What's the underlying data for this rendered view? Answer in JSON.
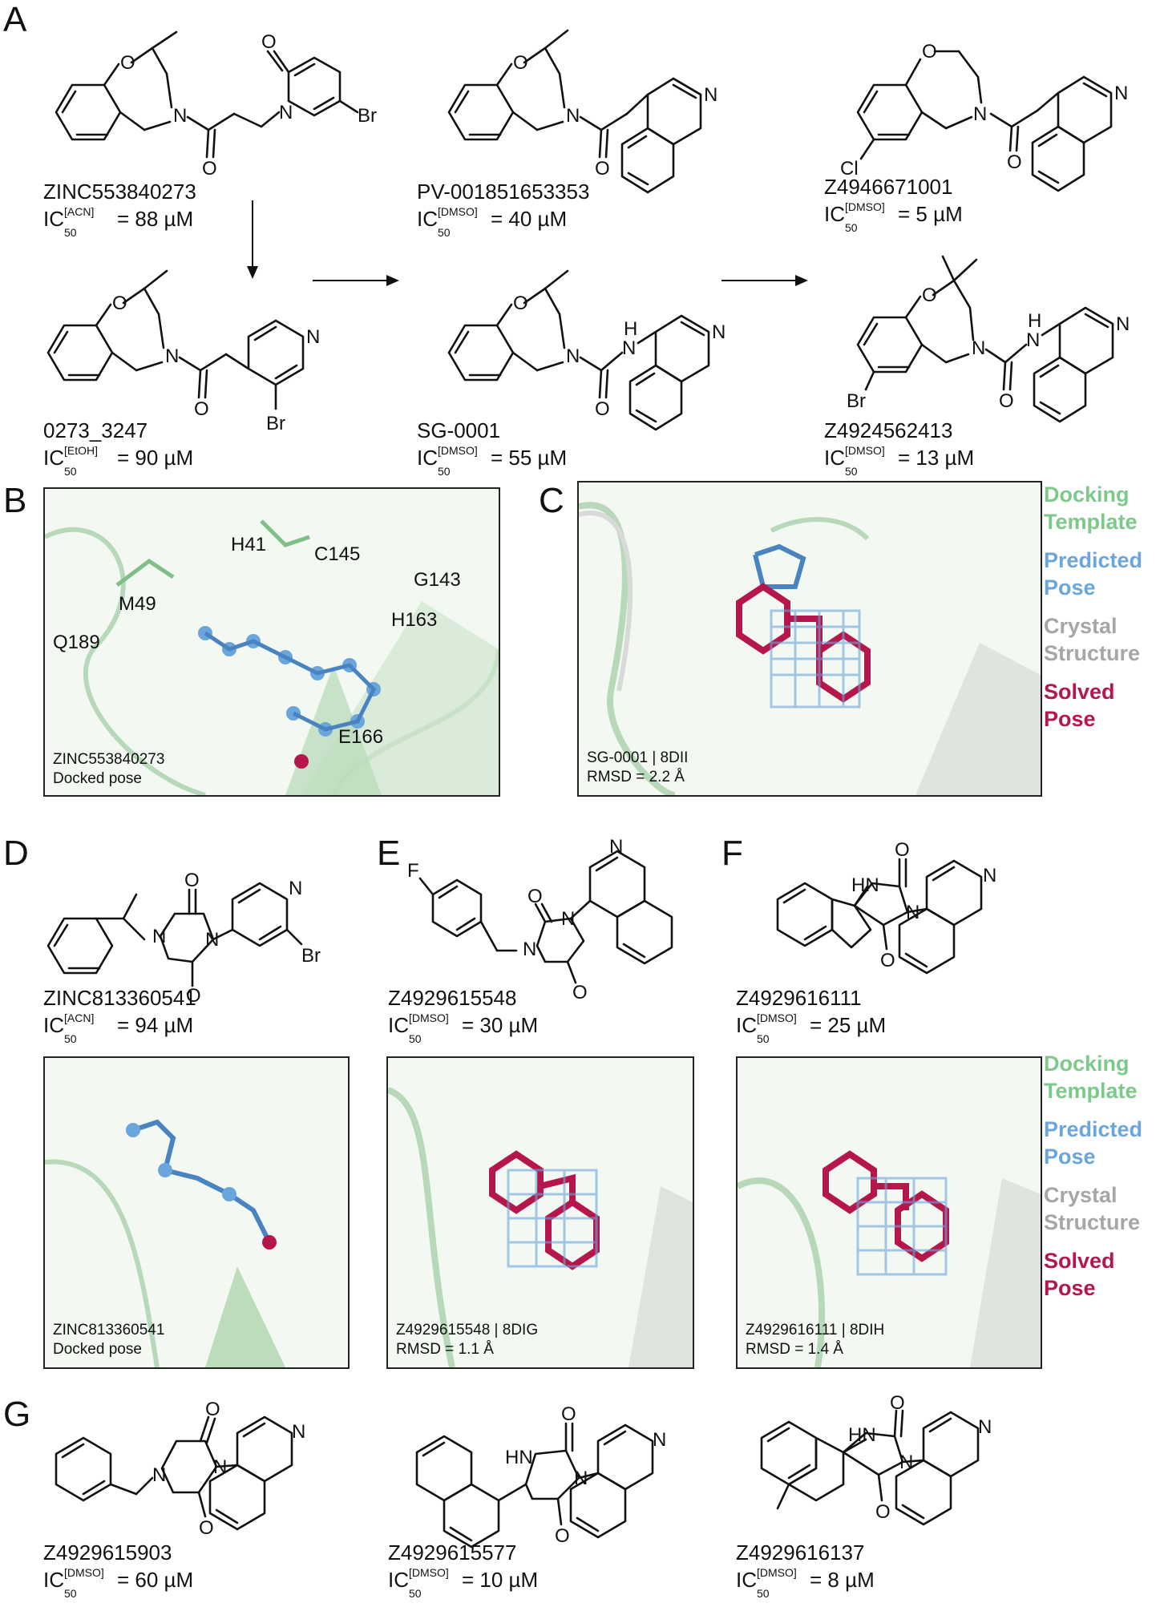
{
  "panels": {
    "A": "A",
    "B": "B",
    "C": "C",
    "D": "D",
    "E": "E",
    "F": "F",
    "G": "G"
  },
  "panelA": {
    "compounds": [
      {
        "id": "ZINC553840273",
        "ic_base": "IC",
        "ic_sub": "50",
        "ic_tag": "[ACN]",
        "ic_value": "= 88 µM"
      },
      {
        "id": "PV-001851653353",
        "ic_base": "IC",
        "ic_sub": "50",
        "ic_tag": "[DMSO]",
        "ic_value": "= 40 µM"
      },
      {
        "id": "Z4946671001",
        "ic_base": "IC",
        "ic_sub": "50",
        "ic_tag": "[DMSO]",
        "ic_value": "= 5 µM"
      },
      {
        "id": "0273_3247",
        "ic_base": "IC",
        "ic_sub": "50",
        "ic_tag": "[EtOH]",
        "ic_value": "= 90 µM"
      },
      {
        "id": "SG-0001",
        "ic_base": "IC",
        "ic_sub": "50",
        "ic_tag": "[DMSO]",
        "ic_value": "= 55 µM"
      },
      {
        "id": "Z4924562413",
        "ic_base": "IC",
        "ic_sub": "50",
        "ic_tag": "[DMSO]",
        "ic_value": "= 13 µM"
      }
    ],
    "atoms": {
      "O": "O",
      "N": "N",
      "Br": "Br",
      "Cl": "Cl",
      "H": "H"
    }
  },
  "panelB": {
    "residues": [
      "M49",
      "H41",
      "C145",
      "G143",
      "Q189",
      "H163",
      "E166"
    ],
    "caption_line1": "ZINC553840273",
    "caption_line2": "Docked pose"
  },
  "panelC": {
    "caption_line1": "SG-0001 | 8DII",
    "caption_line2": "RMSD = 2.2 Å"
  },
  "legend": {
    "docking_template": [
      "Docking",
      "Template"
    ],
    "predicted_pose": [
      "Predicted",
      "Pose"
    ],
    "crystal_structure": [
      "Crystal",
      "Structure"
    ],
    "solved_pose": [
      "Solved",
      "Pose"
    ],
    "colors": {
      "docking": "#7cc98a",
      "predicted": "#6aa6dc",
      "crystal": "#a6a6a6",
      "solved": "#b5174d"
    }
  },
  "panelD": {
    "id": "ZINC813360541",
    "ic_base": "IC",
    "ic_sub": "50",
    "ic_tag": "[ACN]",
    "ic_value": "= 94 µM",
    "caption_line1": "ZINC813360541",
    "caption_line2": "Docked pose"
  },
  "panelE": {
    "id": "Z4929615548",
    "ic_base": "IC",
    "ic_sub": "50",
    "ic_tag": "[DMSO]",
    "ic_value": "= 30 µM",
    "caption_line1": "Z4929615548 | 8DIG",
    "caption_line2": "RMSD = 1.1 Å",
    "F": "F"
  },
  "panelF": {
    "id": "Z4929616111",
    "ic_base": "IC",
    "ic_sub": "50",
    "ic_tag": "[DMSO]",
    "ic_value": "= 25 µM",
    "caption_line1": "Z4929616111 | 8DIH",
    "caption_line2": "RMSD = 1.4 Å",
    "HN": "HN"
  },
  "panelG": {
    "compounds": [
      {
        "id": "Z4929615903",
        "ic_base": "IC",
        "ic_sub": "50",
        "ic_tag": "[DMSO]",
        "ic_value": "= 60 µM"
      },
      {
        "id": "Z4929615577",
        "ic_base": "IC",
        "ic_sub": "50",
        "ic_tag": "[DMSO]",
        "ic_value": "= 10 µM"
      },
      {
        "id": "Z4929616137",
        "ic_base": "IC",
        "ic_sub": "50",
        "ic_tag": "[DMSO]",
        "ic_value": "= 8 µM"
      }
    ]
  }
}
